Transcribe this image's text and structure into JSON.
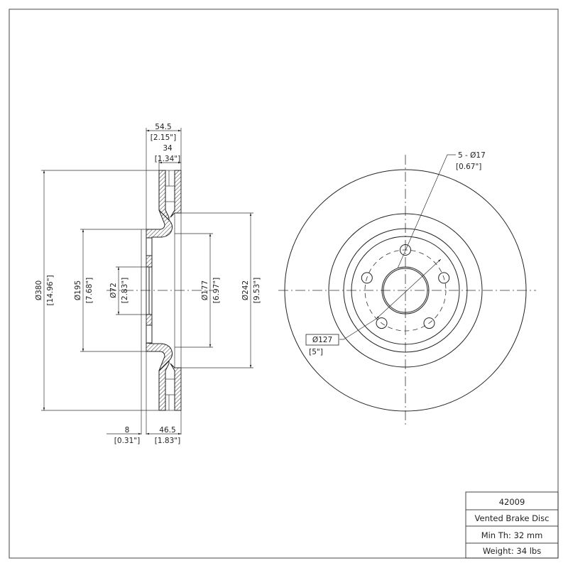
{
  "drawing": {
    "type": "technical-drawing",
    "subject": "brake rotor"
  },
  "side_view": {
    "dimensions": {
      "overall_width": {
        "mm": "54.5",
        "in": "[2.15\"]"
      },
      "rotor_thickness": {
        "mm": "34",
        "in": "[1.34\"]"
      },
      "outer_diameter": {
        "mm": "Ø380",
        "in": "[14.96\"]"
      },
      "hat_diameter": {
        "mm": "Ø195",
        "in": "[7.68\"]"
      },
      "center_bore": {
        "mm": "Ø72",
        "in": "[2.83\"]"
      },
      "inner_hat_diameter": {
        "mm": "Ø177",
        "in": "[6.97\"]"
      },
      "friction_inner_diameter": {
        "mm": "Ø242",
        "in": "[9.53\"]"
      },
      "hat_flange_thickness": {
        "mm": "8",
        "in": "[0.31\"]"
      },
      "hat_height": {
        "mm": "46.5",
        "in": "[1.83\"]"
      }
    }
  },
  "front_view": {
    "bolt_holes": {
      "label": "5 - Ø17",
      "in": "[0.67\"]"
    },
    "bolt_circle": {
      "mm": "Ø127",
      "in": "[5\"]"
    }
  },
  "title_block": {
    "part_number": "42009",
    "description": "Vented Brake Disc",
    "min_thickness": "Min Th: 32 mm",
    "weight": "Weight: 34 lbs"
  },
  "colors": {
    "line": "#222222",
    "background": "#ffffff"
  }
}
